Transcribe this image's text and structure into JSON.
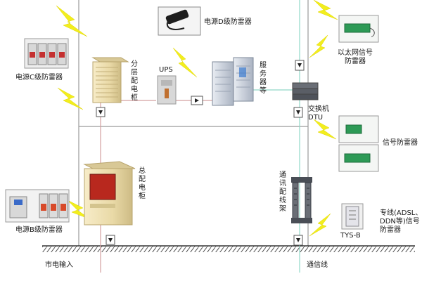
{
  "labels": {
    "power_d_protector": "电源D级防雷器",
    "power_c_protector": "电源C级防雷器",
    "power_b_protector": "电源B级防雷器",
    "distribution_cabinet_floor": "分层配电柜",
    "ups": "UPS",
    "server_etc": "服务器等",
    "switch": "交换机",
    "dtu": "DTU",
    "ethernet_protector_line1": "以太网信号",
    "ethernet_protector_line2": "防雷器",
    "signal_protector": "信号防雷器",
    "main_distribution_cabinet": "总配电柜",
    "comm_distribution_frame": "通讯配线架",
    "dedicated_line_line1": "专线(ADSL、",
    "dedicated_line_line2": "DDN等)信号",
    "dedicated_line_line3": "防雷器",
    "tys_b": "TYS-B",
    "mains_input": "市电输入",
    "comm_line": "通信线"
  },
  "colors": {
    "lightning": "#f2ee1e",
    "building_line": "#9a9a9a",
    "power_line": "#d4a0a0",
    "signal_line": "#8fd8c8",
    "cabinet_body": "#efe2b8",
    "cabinet_red": "#b8281e",
    "device_green": "#2d9a56"
  }
}
